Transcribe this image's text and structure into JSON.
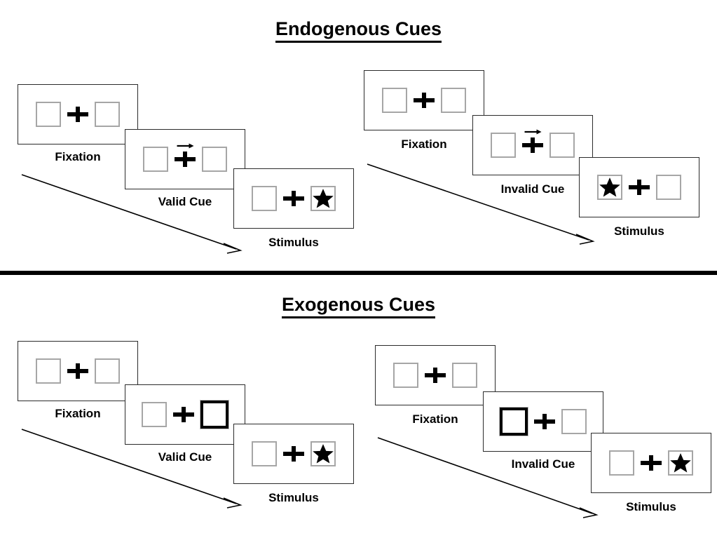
{
  "figure": {
    "sections": [
      {
        "id": "endogenous",
        "title": "Endogenous Cues",
        "cue_type": "arrow",
        "conditions": [
          {
            "id": "endogenous-valid",
            "validity_label": "Valid Cue",
            "panels": [
              {
                "label": "Fixation",
                "left_box": "empty",
                "right_box": "empty",
                "cue": "none",
                "target": "none"
              },
              {
                "label": "Valid Cue",
                "left_box": "empty",
                "right_box": "empty",
                "cue": "arrow-right",
                "target": "none"
              },
              {
                "label": "Stimulus",
                "left_box": "empty",
                "right_box": "star",
                "cue": "none",
                "target": "right"
              }
            ]
          },
          {
            "id": "endogenous-invalid",
            "validity_label": "Invalid Cue",
            "panels": [
              {
                "label": "Fixation",
                "left_box": "empty",
                "right_box": "empty",
                "cue": "none",
                "target": "none"
              },
              {
                "label": "Invalid Cue",
                "left_box": "empty",
                "right_box": "empty",
                "cue": "arrow-right",
                "target": "none"
              },
              {
                "label": "Stimulus",
                "left_box": "star",
                "right_box": "empty",
                "cue": "none",
                "target": "left"
              }
            ]
          }
        ]
      },
      {
        "id": "exogenous",
        "title": "Exogenous Cues",
        "cue_type": "box-flash",
        "conditions": [
          {
            "id": "exogenous-valid",
            "validity_label": "Valid Cue",
            "panels": [
              {
                "label": "Fixation",
                "left_box": "empty",
                "right_box": "empty",
                "cue": "none",
                "target": "none"
              },
              {
                "label": "Valid Cue",
                "left_box": "empty",
                "right_box": "cued",
                "cue": "box-right",
                "target": "none"
              },
              {
                "label": "Stimulus",
                "left_box": "empty",
                "right_box": "star",
                "cue": "none",
                "target": "right"
              }
            ]
          },
          {
            "id": "exogenous-invalid",
            "validity_label": "Invalid Cue",
            "panels": [
              {
                "label": "Fixation",
                "left_box": "empty",
                "right_box": "empty",
                "cue": "none",
                "target": "none"
              },
              {
                "label": "Invalid Cue",
                "left_box": "cued",
                "right_box": "empty",
                "cue": "box-left",
                "target": "none"
              },
              {
                "label": "Stimulus",
                "left_box": "empty",
                "right_box": "star",
                "cue": "none",
                "target": "right"
              }
            ]
          }
        ]
      }
    ],
    "colors": {
      "ink": "#000000",
      "panel_border": "#2b2b2b",
      "box_border": "#a6a6a6",
      "cued_box_border": "#000000",
      "background": "#ffffff"
    },
    "time_arrow_meaning": "time"
  }
}
